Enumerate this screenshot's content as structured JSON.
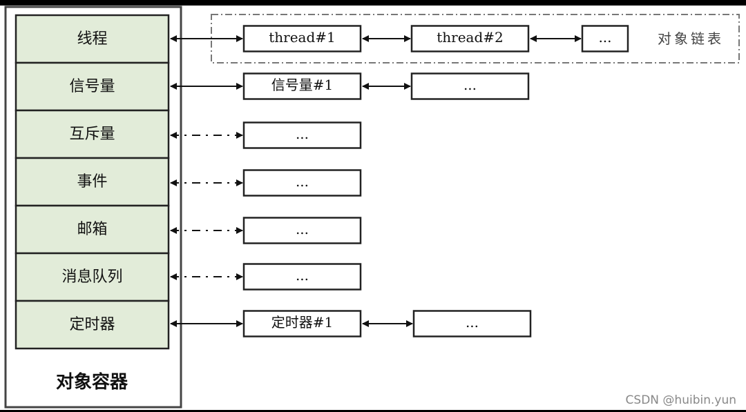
{
  "container": {
    "title": "对象容器",
    "items": [
      {
        "label": "线程",
        "link": "solid",
        "nodes": [
          "thread#1",
          "thread#2",
          "..."
        ]
      },
      {
        "label": "信号量",
        "link": "solid",
        "nodes": [
          "信号量#1",
          "..."
        ]
      },
      {
        "label": "互斥量",
        "link": "dashed",
        "nodes": [
          "..."
        ]
      },
      {
        "label": "事件",
        "link": "dashed",
        "nodes": [
          "..."
        ]
      },
      {
        "label": "邮箱",
        "link": "dashed",
        "nodes": [
          "..."
        ]
      },
      {
        "label": "消息队列",
        "link": "dashed",
        "nodes": [
          "..."
        ]
      },
      {
        "label": "定时器",
        "link": "solid",
        "nodes": [
          "定时器#1",
          "..."
        ]
      }
    ]
  },
  "object_list_label": "对象链表",
  "watermark": "CSDN @huibin.yun",
  "colors": {
    "cell_fill": "#e2ecd9",
    "border": "#222222",
    "dashed_frame": "#777777"
  }
}
